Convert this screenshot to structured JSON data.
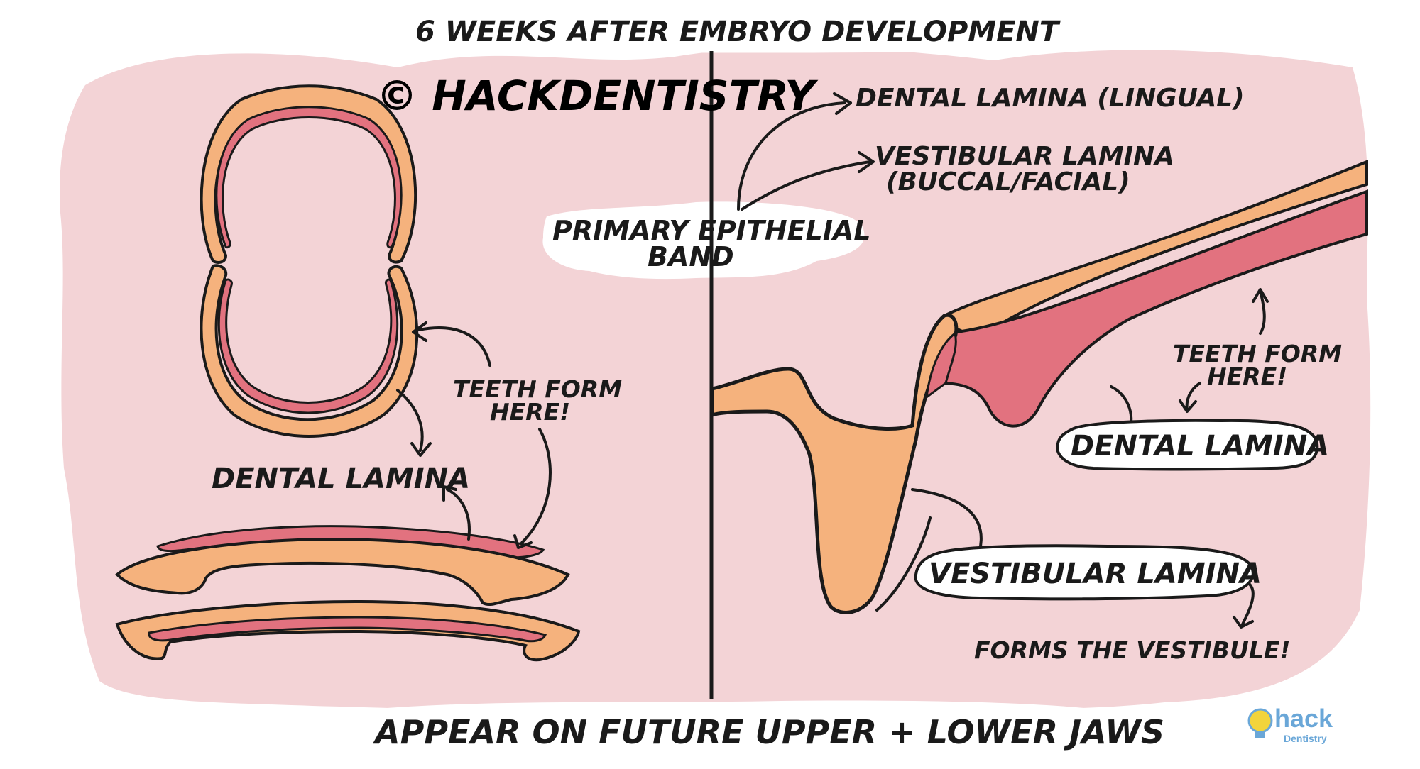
{
  "title": "6 WEEKS AFTER EMBRYO DEVELOPMENT",
  "watermark": "© HACKDENTISTRY",
  "footer": "APPEAR ON FUTURE UPPER + LOWER JAWS",
  "left_panel": {
    "teeth_form_line1": "TEETH FORM",
    "teeth_form_line2": "HERE!",
    "dental_lamina": "DENTAL LAMINA"
  },
  "right_panel": {
    "primary_band_line1": "PRIMARY EPITHELIAL",
    "primary_band_line2": "BAND",
    "dental_lamina_lingual": "DENTAL LAMINA (LINGUAL)",
    "vestibular_lamina_line1": "VESTIBULAR LAMINA",
    "vestibular_lamina_line2": "(BUCCAL/FACIAL)",
    "teeth_form_line1": "TEETH FORM",
    "teeth_form_line2": "HERE!",
    "dental_lamina_box": "DENTAL LAMINA",
    "vestibular_lamina_box": "VESTIBULAR LAMINA",
    "forms_vestibule": "FORMS THE VESTIBULE!"
  },
  "logo": {
    "word": "hack",
    "sub": "Dentistry"
  },
  "colors": {
    "background_blob": "#f3d3d6",
    "tissue_outer": "#f5b27d",
    "tissue_inner": "#e2727f",
    "ink": "#1a1a1a",
    "logo_blue": "#6aa7d8",
    "logo_yellow": "#f2d43c"
  }
}
